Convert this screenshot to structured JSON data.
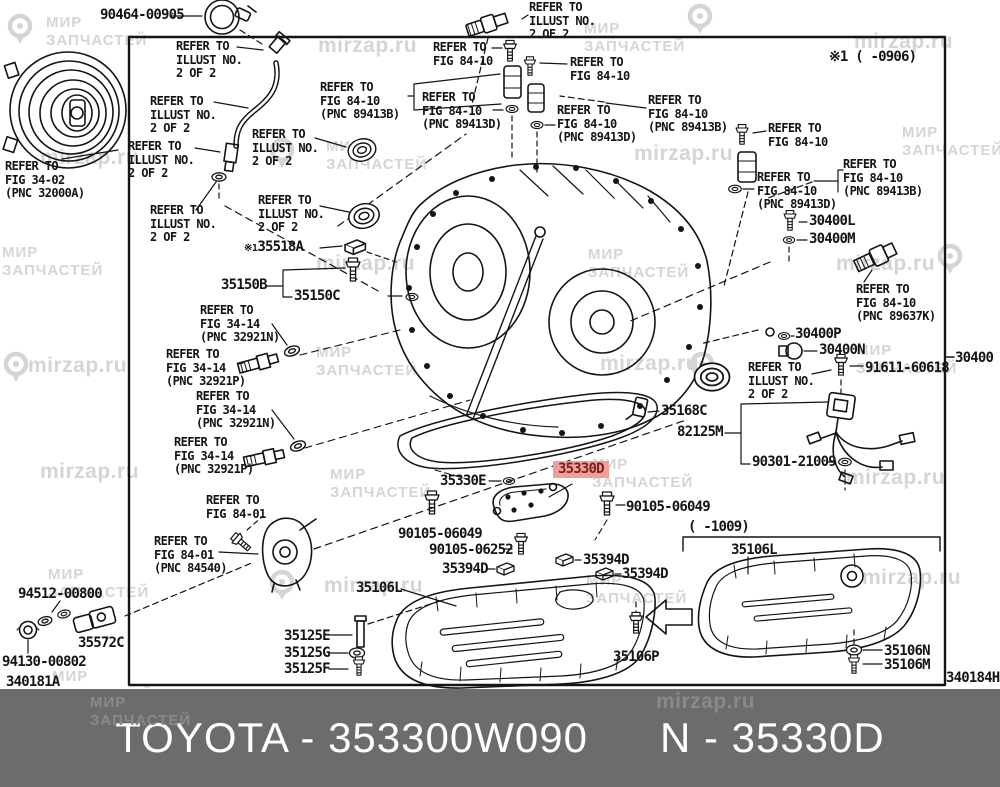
{
  "footer": {
    "left": "TOYOTA - 353300W090",
    "right": "N - 35330D",
    "bar_color": "#6e6b6b",
    "text_color": "#ffffff"
  },
  "watermark": {
    "brand": "МИР\nЗАПЧАСТЕЙ",
    "site": "mirzap.ru"
  },
  "diagram": {
    "notes": {
      "revision": "※1 (     -0906)",
      "pan_range": "(     -1009)",
      "sheet_left": "340181A",
      "sheet_right": "340184H",
      "assembly": "30400"
    },
    "refs": {
      "illust": "REFER TO\nILLUST NO.\n2 OF 2",
      "fig84_10": "REFER TO\nFIG 84-10",
      "fig84_10_b": "REFER TO\nFIG 84-10\n(PNC 89413B)",
      "fig84_10_d": "REFER TO\nFIG 84-10\n(PNC 89413D)",
      "fig84_10_k": "REFER TO\nFIG 84-10\n(PNC 89637K)",
      "fig34_02": "REFER TO\nFIG 34-02\n(PNC 32000A)",
      "fig34_14_n": "REFER TO\nFIG 34-14\n(PNC 32921N)",
      "fig34_14_p": "REFER TO\nFIG 34-14\n(PNC 32921P)",
      "fig84_01": "REFER TO\nFIG 84-01",
      "fig84_01_p": "REFER TO\nFIG 84-01\n(PNC 84540)"
    },
    "parts": {
      "clamp": "90464-00905",
      "breather_prefix": "※1",
      "breather_cap": "35518A",
      "p35150b": "35150B",
      "p35150c": "35150C",
      "p30400l": "30400L",
      "p30400m": "30400M",
      "p30400p": "30400P",
      "p30400n": "30400N",
      "p91611": "91611-60618",
      "p35168c": "35168C",
      "p82125m": "82125M",
      "p90301": "90301-21009",
      "p35330e": "35330E",
      "p35330d": "35330D",
      "p90105_06049": "90105-06049",
      "p90105_06252": "90105-06252",
      "p35394d": "35394D",
      "p35106l": "35106L",
      "p35125e": "35125E",
      "p35125g": "35125G",
      "p35125f": "35125F",
      "p35106p": "35106P",
      "p35106n": "35106N",
      "p35106m": "35106M",
      "p35572c": "35572C",
      "p94512": "94512-00800",
      "p94130": "94130-00802"
    },
    "highlight": {
      "bg": "#f0a09b",
      "fg": "#801c1c"
    }
  }
}
